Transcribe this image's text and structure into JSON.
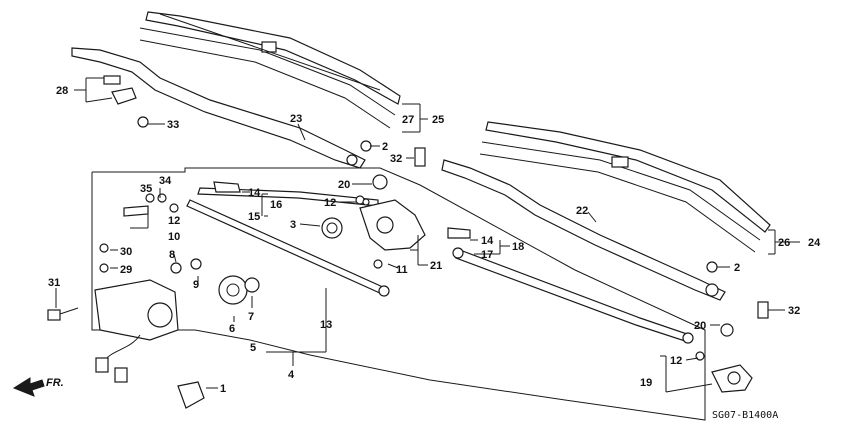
{
  "diagram_code": "SG07-B1400A",
  "direction_label": "FR.",
  "callouts": {
    "c1": "1",
    "c2a": "2",
    "c2b": "2",
    "c3": "3",
    "c4": "4",
    "c5": "5",
    "c6": "6",
    "c7": "7",
    "c8": "8",
    "c9": "9",
    "c10": "10",
    "c11": "11",
    "c12a": "12",
    "c12b": "12",
    "c12c": "12",
    "c13": "13",
    "c14a": "14",
    "c14b": "14",
    "c15": "15",
    "c16": "16",
    "c17": "17",
    "c18": "18",
    "c19": "19",
    "c20a": "20",
    "c20b": "20",
    "c21": "21",
    "c22": "22",
    "c23": "23",
    "c24": "24",
    "c25": "25",
    "c26": "26",
    "c27": "27",
    "c28": "28",
    "c29": "29",
    "c30": "30",
    "c31": "31",
    "c32a": "32",
    "c32b": "32",
    "c33": "33",
    "c34": "34",
    "c35": "35"
  }
}
